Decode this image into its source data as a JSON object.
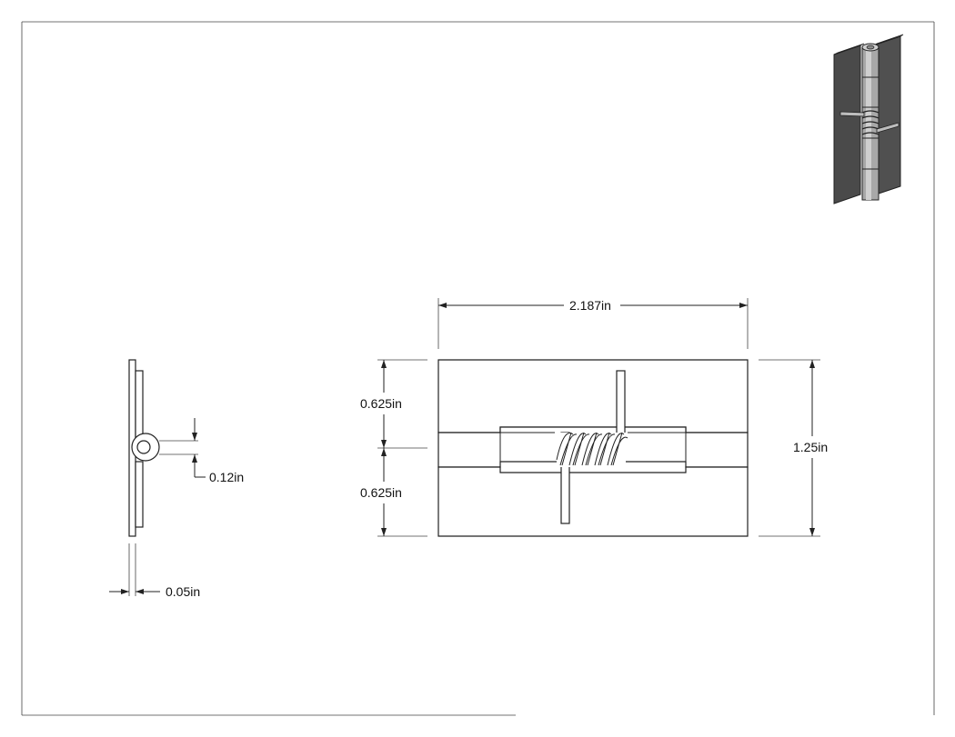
{
  "drawing": {
    "dimensions": {
      "overall_width": "2.187in",
      "overall_height": "1.25in",
      "upper_leaf": "0.625in",
      "lower_leaf": "0.625in",
      "pin_diameter": "0.12in",
      "leaf_thickness": "0.05in"
    },
    "colors": {
      "line": "#222222",
      "iso_dark": "#4a4a4a",
      "iso_mid": "#8a8a8a",
      "iso_light": "#bdbdbd"
    }
  }
}
